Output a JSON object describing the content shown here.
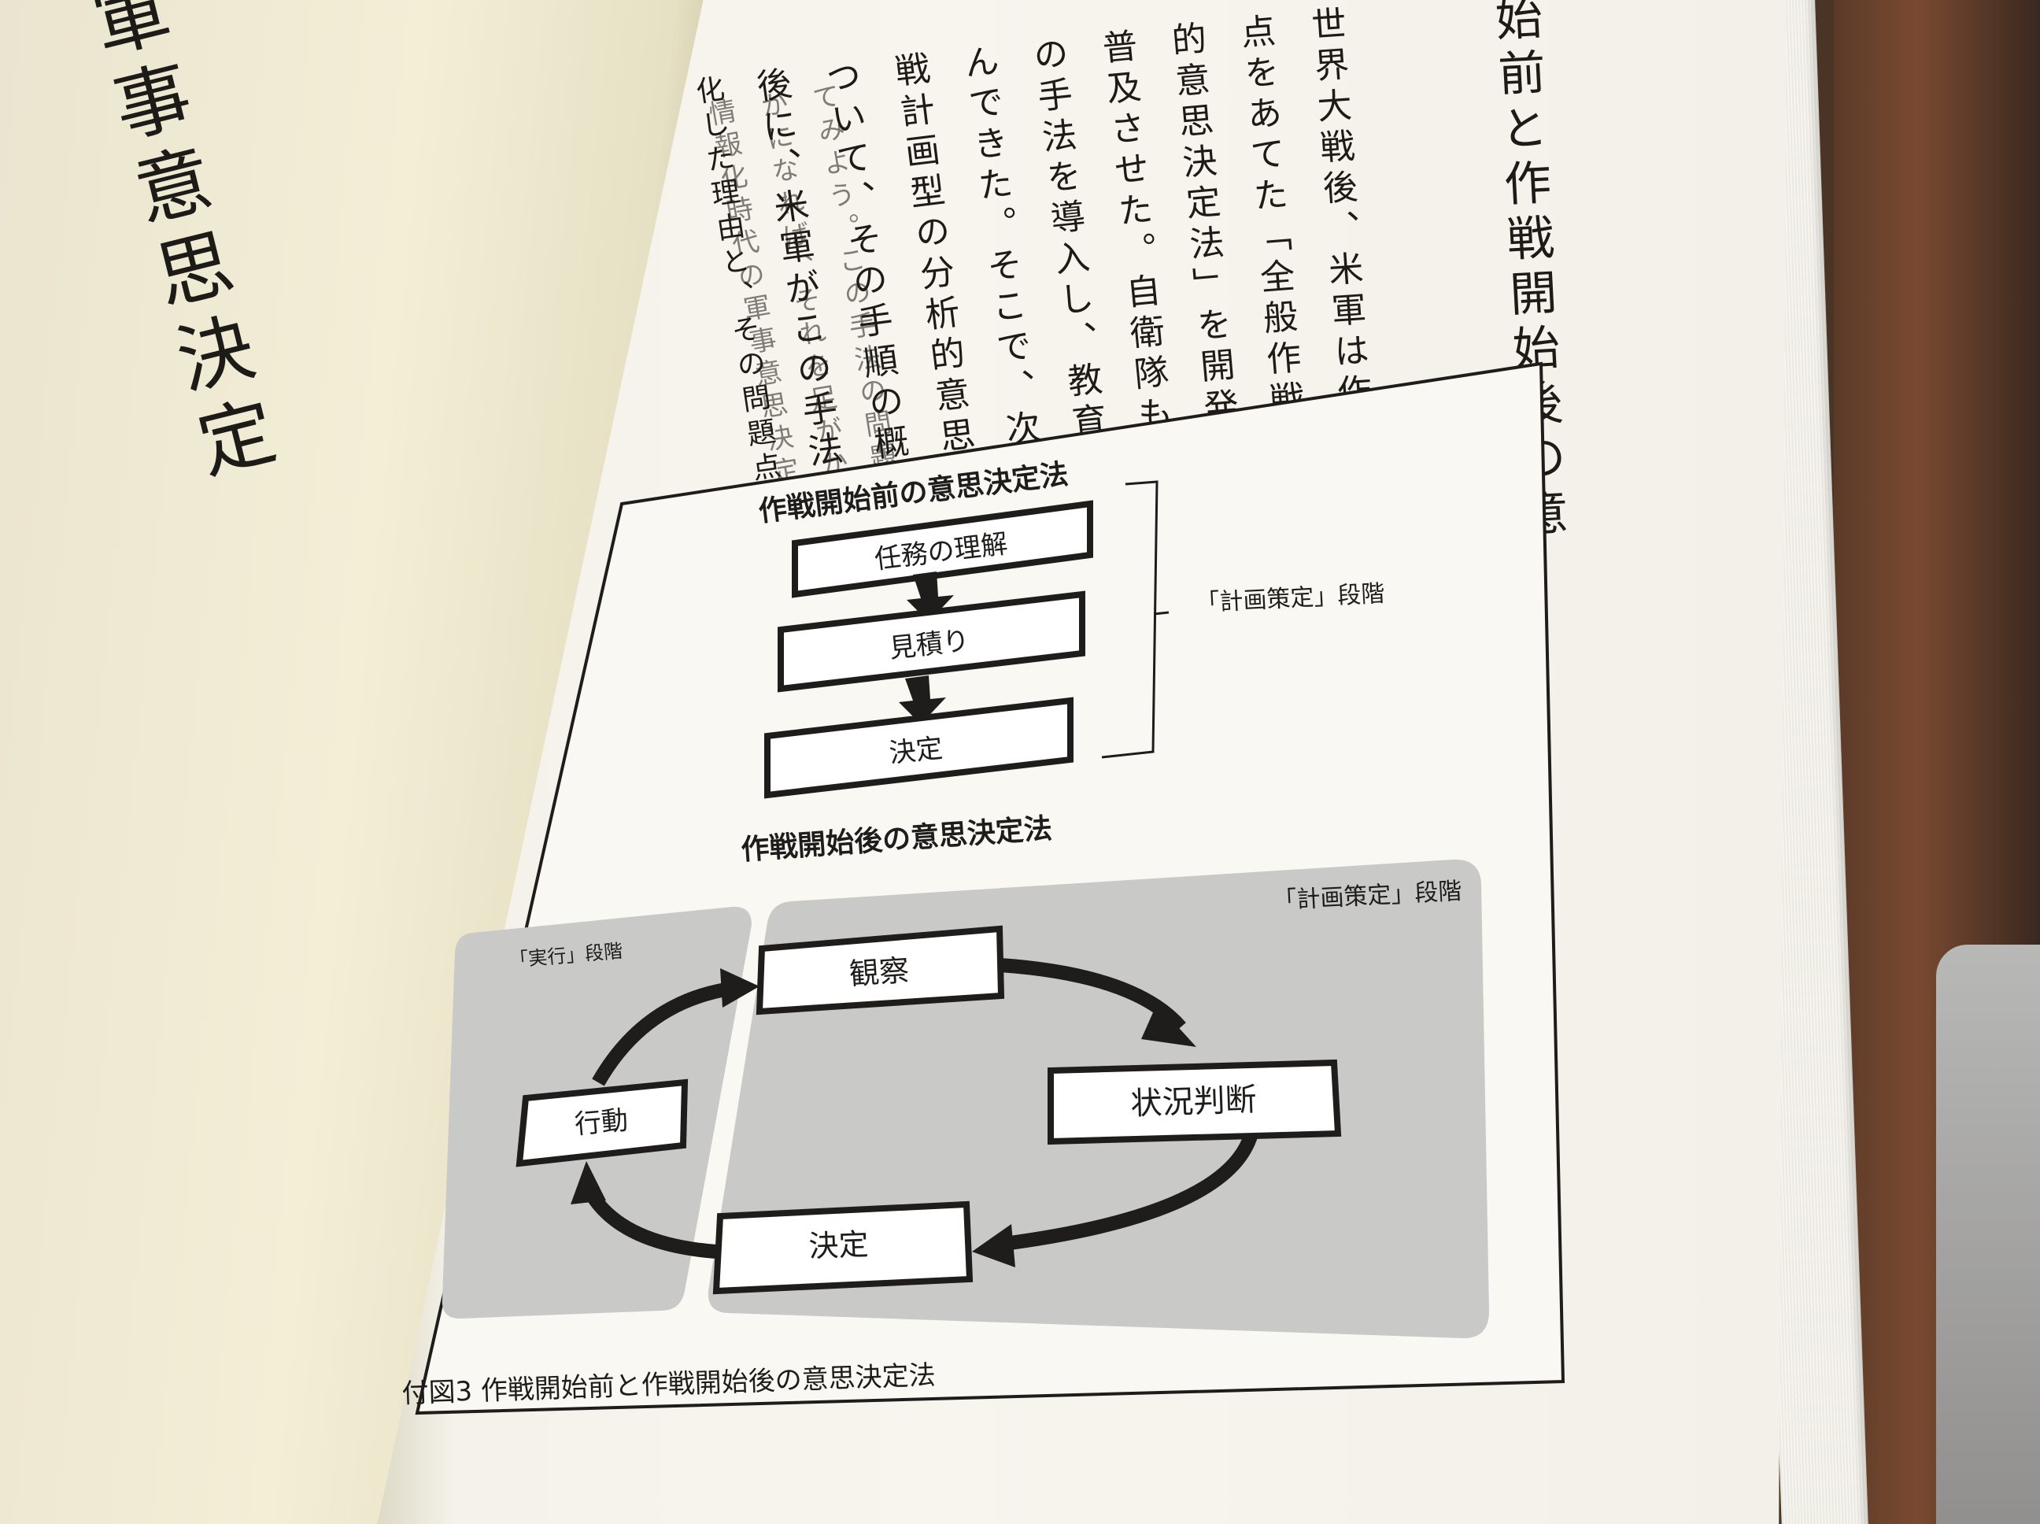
{
  "left_page": {
    "heading": "軍事意思決定"
  },
  "right_page": {
    "chapter_header": "始前と作戦開始後の意",
    "body_lines": [
      "世界大戦後、米軍は作戦開",
      "点をあてた「全般作戦計画",
      "的意思決定法」を開発し、",
      "普及させた。自衛隊も創隊以",
      "の手法を導入し、教育・訓練",
      "んできた。そこで、次章では「全",
      "戦計画型の分析的意思決定法」",
      "ついて、その手順の概略を説明した",
      "後に、米軍がこの手法をドクトリン",
      "化した理由と、その問題点を検討し"
    ],
    "faint_lines": [
      "てみよう。この手法の問題点が明ら",
      "かになれば、それを足がかりにして、",
      "情報化時代の軍事意思決定法を構築"
    ]
  },
  "figure": {
    "caption": "付図3 作戦開始前と作戦開始後の意思決定法",
    "top_section": {
      "title": "作戦開始前の意思決定法",
      "steps": [
        "任務の理解",
        "見積り",
        "決定"
      ],
      "bracket_label": "「計画策定」段階"
    },
    "bottom_section": {
      "title": "作戦開始後の意思決定法",
      "planning_label": "「計画策定」段階",
      "execution_label": "「実行」段階",
      "cycle": {
        "observe": "観察",
        "judge": "状況判断",
        "decide": "決定",
        "act": "行動"
      }
    },
    "colors": {
      "line": "#1e1d1b",
      "box_fill": "#ffffff",
      "panel_fill": "#c9c9c7",
      "page": "#f7f5ee"
    }
  }
}
